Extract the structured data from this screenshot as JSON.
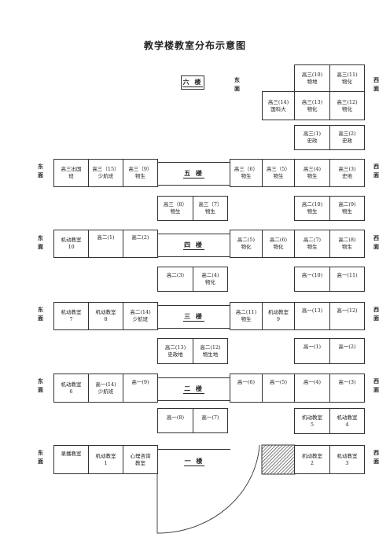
{
  "title": "教学楼教室分布示意图",
  "floor6": {
    "label": "六 楼",
    "east": "东\n面",
    "west": "西\n面",
    "row1": [
      "高三(10)\n物地",
      "高三(11)\n物化"
    ],
    "row2": [
      "高三(14)\n国科大",
      "高三(13)\n物化",
      "高三(12)\n物化"
    ]
  },
  "mid56": [
    "高三(1)\n史政",
    "高三(2)\n史政"
  ],
  "floor5": {
    "label": "五 楼",
    "east": "东\n面",
    "west": "西\n面",
    "left": [
      "高三出国\n班",
      "高三（15）\n少航班",
      "高三（9）\n物生"
    ],
    "right": [
      "高三（6）\n物生",
      "高三（5）\n物生",
      "高三(4)\n物生",
      "高三(3)\n史地"
    ]
  },
  "mid45": {
    "left": [
      "高三（8）\n物生",
      "高三（7）\n物生"
    ],
    "right": [
      "高二(10)\n物生",
      "高二(9)\n物生"
    ]
  },
  "floor4": {
    "label": "四 楼",
    "east": "东\n面",
    "west": "西\n面",
    "left": [
      "机动教室\n10",
      "高二(1)",
      "高二(2)"
    ],
    "right": [
      "高二(5)\n物化",
      "高二(6)\n物化",
      "高二(7)\n物生",
      "高二(8)\n物生"
    ]
  },
  "mid34": {
    "left": [
      "高二(3)",
      "高二(4)\n物化"
    ],
    "right": [
      "高一(10)",
      "高一(11)"
    ]
  },
  "floor3": {
    "label": "三 楼",
    "east": "东\n面",
    "west": "西\n面",
    "left": [
      "机动教室\n7",
      "机动教室\n8",
      "高二(14)\n少航班"
    ],
    "right": [
      "高二(11)\n物生",
      "机动教室\n9",
      "高一(13)",
      "高一(12)"
    ]
  },
  "mid23": {
    "left": [
      "高二(13)\n史政地",
      "高二(12)\n物生地"
    ],
    "right": [
      "高一(1)",
      "高一(2)"
    ]
  },
  "floor2": {
    "label": "二 楼",
    "east": "东\n面",
    "west": "西\n面",
    "left": [
      "机动教室\n6",
      "高一(14)\n少航班",
      "高一(9)"
    ],
    "right": [
      "高一(6)",
      "高一(5)",
      "高一(4)",
      "高一(3)"
    ]
  },
  "mid12": {
    "left": [
      "高一(8)",
      "高一(7)"
    ],
    "right": [
      "机动教室\n5",
      "机动教室\n4"
    ]
  },
  "floor1": {
    "label": "一 楼",
    "east": "东\n面",
    "west": "西\n面",
    "left": [
      "录播教室",
      "机动教室\n1",
      "心理咨询\n教室"
    ],
    "right": [
      "机动教室\n2",
      "机动教室\n3"
    ]
  }
}
